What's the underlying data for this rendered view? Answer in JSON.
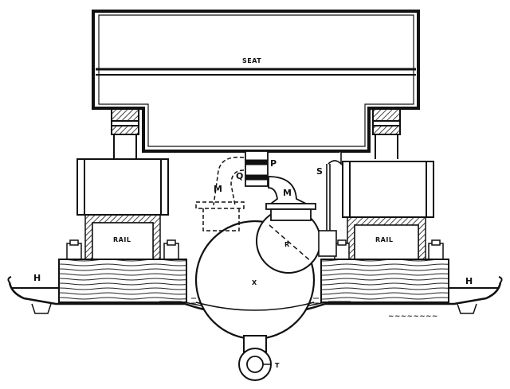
{
  "diagram": {
    "type": "technical engraving, cross-section",
    "labels": {
      "seat": "SEAT",
      "rail_left": "RAIL",
      "rail_right": "RAIL",
      "hook_left": "H",
      "hook_right": "H",
      "motor_left": "M",
      "motor_right": "M",
      "piston": "P",
      "piston_lower": "Q",
      "valve": "S",
      "small_wheel": "R",
      "ball": "X",
      "ring": "T"
    },
    "signature": "(engraver signature, illegible)",
    "colors": {
      "ink": "#111111",
      "paper": "#ffffff"
    }
  }
}
